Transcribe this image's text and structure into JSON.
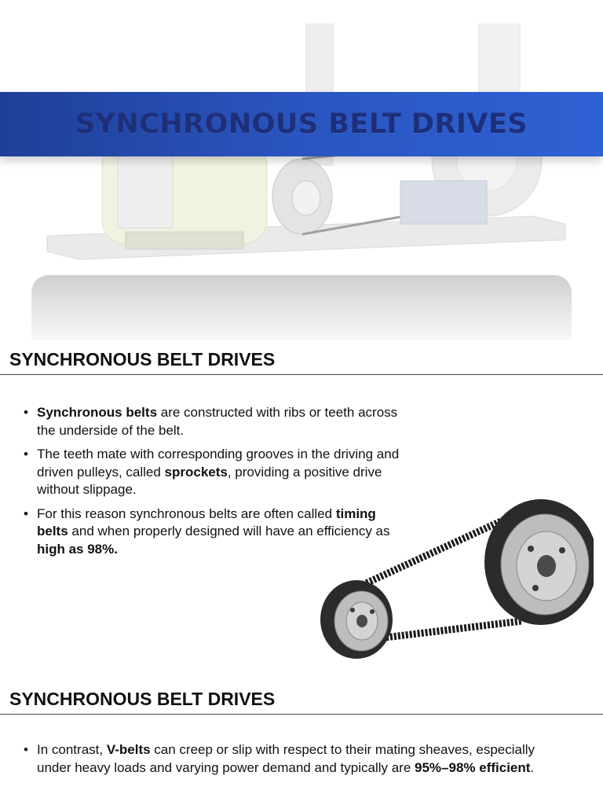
{
  "slides": [
    {
      "title": "SYNCHRONOUS BELT DRIVES"
    },
    {
      "title": "SYNCHRONOUS BELT DRIVES",
      "bullets": [
        {
          "b1": "Synchronous belts",
          "t1": " are constructed with ribs or teeth across the underside of the belt."
        },
        {
          "t1": "The teeth mate with corresponding grooves in the driving and driven pulleys, called ",
          "b1": "sprockets",
          "t2": ", providing a positive drive without slippage."
        },
        {
          "t1": "For this reason synchronous belts are often called ",
          "b1": "timing belts",
          "t2": " and when properly designed will have an efficiency as ",
          "b2": "high as 98%."
        }
      ]
    },
    {
      "title": "SYNCHRONOUS BELT DRIVES",
      "bullets": [
        {
          "t1": "In contrast, ",
          "b1": "V-belts",
          "t2": " can creep or slip with respect to their mating sheaves, especially under heavy loads and varying power demand and typically are ",
          "b2": "95%–98% efficient",
          "t3": "."
        }
      ]
    }
  ],
  "colors": {
    "title_band": "#2a55c0",
    "title_text": "#1e2f7a"
  },
  "icons": [
    "belt-drive-machine-image",
    "timing-belt-pulley-image"
  ]
}
